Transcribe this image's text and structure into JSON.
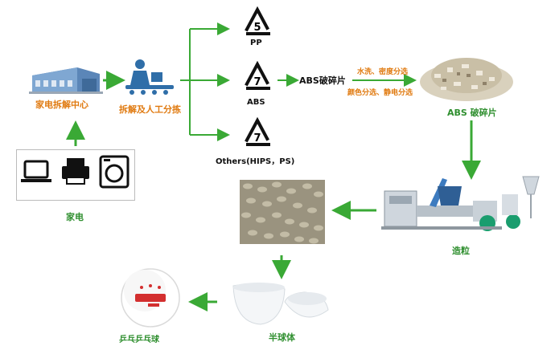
{
  "nodes": {
    "dismantling_center": "家电拆解中心",
    "manual_sorting": "拆解及人工分拣",
    "appliances": "家电",
    "pp": {
      "code": "5",
      "label": "PP"
    },
    "abs": {
      "code": "7",
      "label": "ABS"
    },
    "others": {
      "code": "7",
      "label": "Others(HIPS，PS)"
    },
    "abs_crushed": "ABS破碎片",
    "wash_density": "水洗、密度分选",
    "color_electro": "颜色分选、静电分选",
    "abs_flakes": "ABS 破碎片",
    "pelletizing": "造粒",
    "hemisphere": "半球体",
    "pingpong": "乒乓乒乓球"
  },
  "colors": {
    "arrow": "#3aa935",
    "text_green": "#2f8f2f",
    "text_orange": "#e07a10"
  }
}
